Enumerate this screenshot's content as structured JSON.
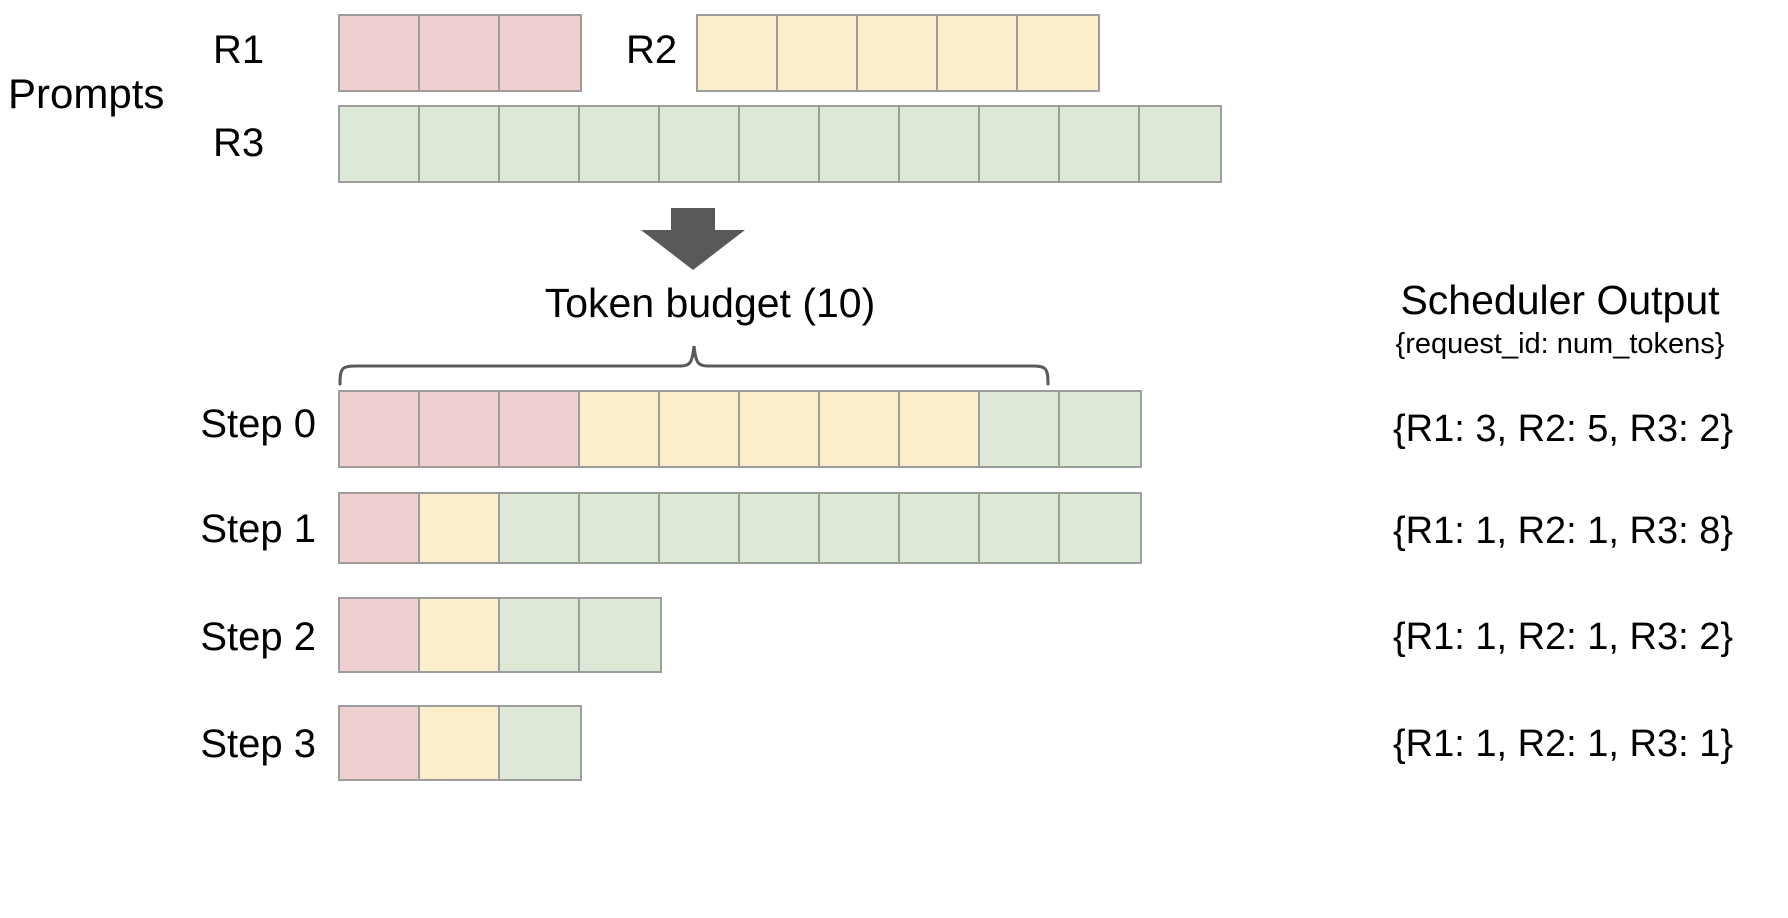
{
  "diagram": {
    "title": "Continuous batching token budget scheduling",
    "colors": {
      "r1": "#f0cfd1",
      "r2": "#faeecb",
      "r3": "#dce9d6",
      "cell_border": "#9d9d9d",
      "arrow": "#595959",
      "brace": "#5a5a5a",
      "text": "#000000",
      "background": "#ffffff"
    }
  },
  "prompts": {
    "section_label": "Prompts",
    "requests": [
      {
        "id": "R1",
        "label": "R1",
        "num_tokens": 3,
        "color_key": "r1"
      },
      {
        "id": "R2",
        "label": "R2",
        "num_tokens": 5,
        "color_key": "r2"
      },
      {
        "id": "R3",
        "label": "R3",
        "num_tokens": 11,
        "color_key": "r3"
      }
    ]
  },
  "flow": {
    "arrow_icon": "arrow-down-icon"
  },
  "budget": {
    "label": "Token  budget (10)",
    "value": 10,
    "brace_icon": "curly-brace-icon"
  },
  "schedule": {
    "steps": [
      {
        "label": "Step 0",
        "segments": [
          {
            "color_key": "r1",
            "count": 3
          },
          {
            "color_key": "r2",
            "count": 5
          },
          {
            "color_key": "r3",
            "count": 2
          }
        ],
        "output": "{R1: 3, R2: 5, R3: 2}"
      },
      {
        "label": "Step 1",
        "segments": [
          {
            "color_key": "r1",
            "count": 1
          },
          {
            "color_key": "r2",
            "count": 1
          },
          {
            "color_key": "r3",
            "count": 8
          }
        ],
        "output": "{R1: 1, R2: 1, R3: 8}"
      },
      {
        "label": "Step 2",
        "segments": [
          {
            "color_key": "r1",
            "count": 1
          },
          {
            "color_key": "r2",
            "count": 1
          },
          {
            "color_key": "r3",
            "count": 2
          }
        ],
        "output": "{R1: 1, R2: 1, R3: 2}"
      },
      {
        "label": "Step 3",
        "segments": [
          {
            "color_key": "r1",
            "count": 1
          },
          {
            "color_key": "r2",
            "count": 1
          },
          {
            "color_key": "r3",
            "count": 1
          }
        ],
        "output": "{R1: 1, R2: 1, R3: 1}"
      }
    ]
  },
  "scheduler_output": {
    "title": "Scheduler Output",
    "subtitle": "{request_id: num_tokens}"
  },
  "chart_data": {
    "type": "bar",
    "title": "Token budget (10) scheduling across steps",
    "categories": [
      "Step 0",
      "Step 1",
      "Step 2",
      "Step 3"
    ],
    "series": [
      {
        "name": "R1",
        "values": [
          3,
          1,
          1,
          1
        ],
        "color": "#f0cfd1"
      },
      {
        "name": "R2",
        "values": [
          5,
          1,
          1,
          1
        ],
        "color": "#faeecb"
      },
      {
        "name": "R3",
        "values": [
          2,
          8,
          2,
          1
        ],
        "color": "#dce9d6"
      }
    ],
    "prompt_lengths": {
      "R1": 3,
      "R2": 5,
      "R3": 11
    },
    "token_budget": 10,
    "xlabel": "",
    "ylabel": "num_tokens",
    "ylim": [
      0,
      10
    ],
    "grid": false,
    "legend": "right"
  }
}
